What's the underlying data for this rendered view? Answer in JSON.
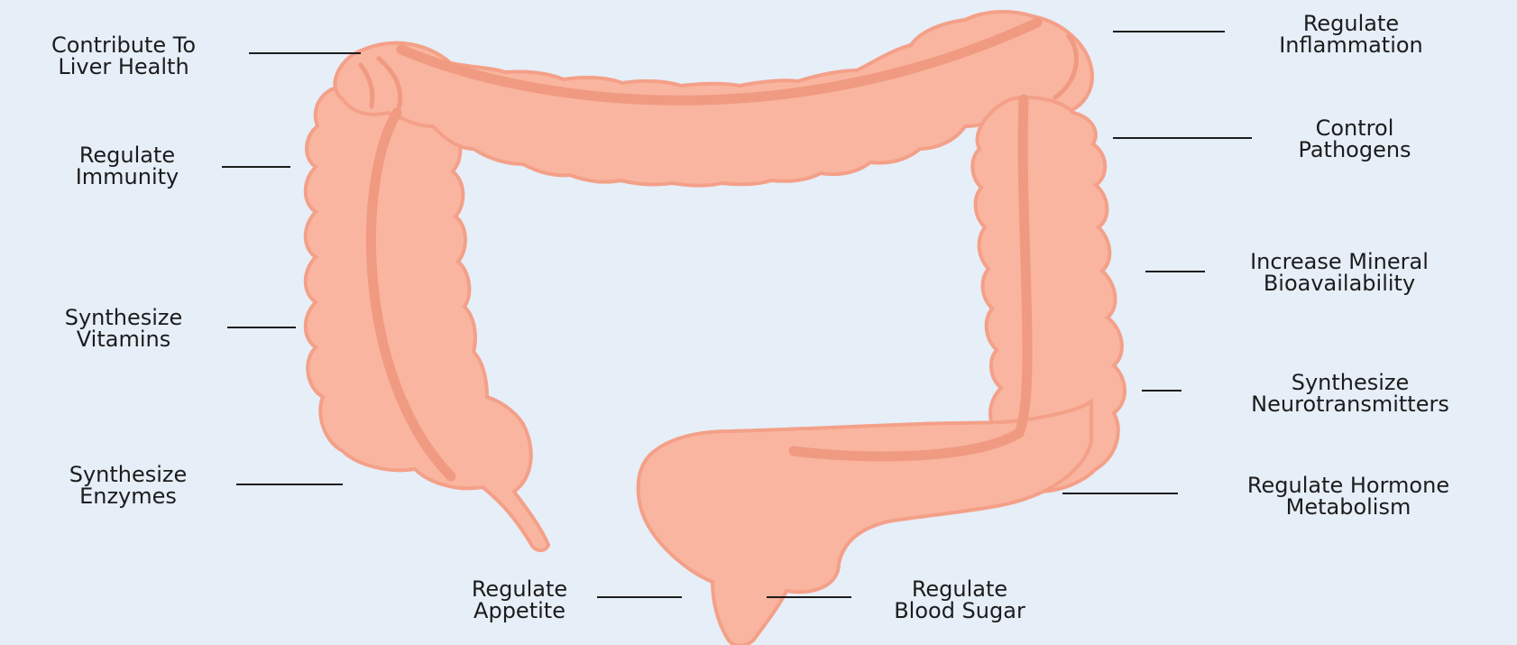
{
  "labels": {
    "liver": {
      "line1": "Contribute To",
      "line2": "Liver Health"
    },
    "inflammation": {
      "line1": "Regulate",
      "line2": "Inflammation"
    },
    "immunity": {
      "line1": "Regulate",
      "line2": "Immunity"
    },
    "pathogens": {
      "line1": "Control",
      "line2": "Pathogens"
    },
    "mineral": {
      "line1": "Increase Mineral",
      "line2": "Bioavailability"
    },
    "vitamins": {
      "line1": "Synthesize",
      "line2": "Vitamins"
    },
    "neuro": {
      "line1": "Synthesize",
      "line2": "Neurotransmitters"
    },
    "enzymes": {
      "line1": "Synthesize",
      "line2": "Enzymes"
    },
    "hormone": {
      "line1": "Regulate Hormone",
      "line2": "Metabolism"
    },
    "appetite": {
      "line1": "Regulate",
      "line2": "Appetite"
    },
    "sugar": {
      "line1": "Regulate",
      "line2": "Blood Sugar"
    }
  },
  "colors": {
    "background": "#e6eef8",
    "organ_fill": "#f9b59f",
    "organ_outline": "#f4a088",
    "organ_crease": "#f09a82",
    "text": "#1c1c1c"
  }
}
